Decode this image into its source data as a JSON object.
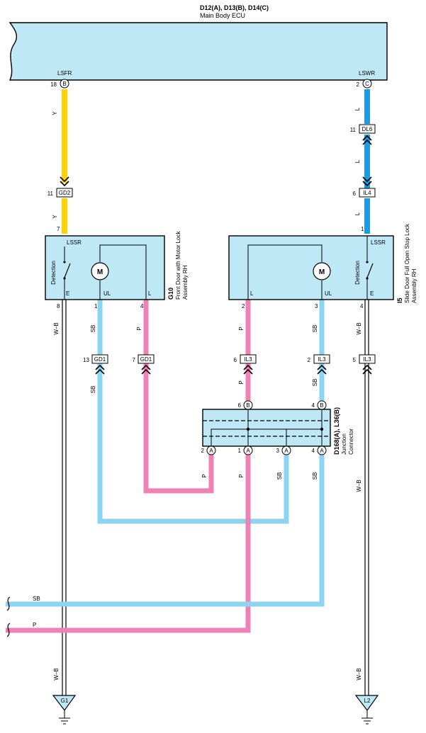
{
  "ecu": {
    "code": "D12(A), D13(B), D14(C)",
    "name": "Main Body ECU",
    "pin_left_name": "LSFR",
    "pin_left_num": "18",
    "pin_left_conn": "B",
    "pin_right_name": "LSWR",
    "pin_right_num": "2",
    "pin_right_conn": "C"
  },
  "left_path": {
    "wire_y1": "Y",
    "conn": {
      "num": "11",
      "label": "GD2"
    },
    "wire_y2": "Y",
    "pin7": "7"
  },
  "right_path": {
    "wire_l1": "L",
    "conn1": {
      "num": "11",
      "label": "DL6"
    },
    "wire_l2": "L",
    "conn2": {
      "num": "6",
      "label": "IL4"
    },
    "wire_l3": "L",
    "pin1": "1"
  },
  "g10": {
    "code": "G10",
    "name_line1": "Front Door with Motor Lock",
    "name_line2": "Assembly RH",
    "lssr": "LSSR",
    "detection": "Detection",
    "motor": "M",
    "term_e": "E",
    "term_ul": "UL",
    "term_l": "L",
    "pin_e": "8",
    "pin_ul": "1",
    "pin_l": "4"
  },
  "i5": {
    "code": "I5",
    "name_line1": "Slide Door Full Open Stop Lock",
    "name_line2": "Assembly RH",
    "lssr": "LSSR",
    "detection": "Detection",
    "motor": "M",
    "term_l": "L",
    "term_ul": "UL",
    "term_e": "E",
    "pin_l": "2",
    "pin_ul": "3",
    "pin_e": "4"
  },
  "wires_mid": {
    "wb_left": "W–B",
    "sb_left": "SB",
    "p_left": "P",
    "p_right": "P",
    "sb_right": "SB",
    "wb_right": "W–B",
    "sb_left2": "SB",
    "p_right2": "P",
    "sb_right2": "SB"
  },
  "inline_conns": [
    {
      "num": "13",
      "label": "GD1"
    },
    {
      "num": "7",
      "label": "GD1"
    },
    {
      "num": "6",
      "label": "IL3"
    },
    {
      "num": "2",
      "label": "IL3"
    },
    {
      "num": "5",
      "label": "IL3"
    }
  ],
  "junction": {
    "code": "D168(A), L36(B)",
    "name_line1": "Junction",
    "name_line2": "Connector",
    "top_pins": [
      {
        "num": "6",
        "conn": "B"
      },
      {
        "num": "4",
        "conn": "B"
      }
    ],
    "bottom_pins": [
      {
        "num": "2",
        "conn": "A"
      },
      {
        "num": "1",
        "conn": "A"
      },
      {
        "num": "3",
        "conn": "A"
      },
      {
        "num": "4",
        "conn": "A"
      }
    ]
  },
  "lower_wires": {
    "p_a": "P",
    "p_b": "P",
    "sb_a": "SB",
    "sb_b": "SB",
    "wb_r": "W–B",
    "bus_sb": "SB",
    "bus_p": "P",
    "wb_l_bottom": "W–B",
    "wb_r_bottom": "W–B"
  },
  "grounds": {
    "left": "G1",
    "right": "L2"
  },
  "colors": {
    "yellow": "#FFD200",
    "blue": "#1E9BE0",
    "sky": "#8DD3F2",
    "pink": "#EE82B4",
    "box_fill": "#BFE8F7"
  }
}
